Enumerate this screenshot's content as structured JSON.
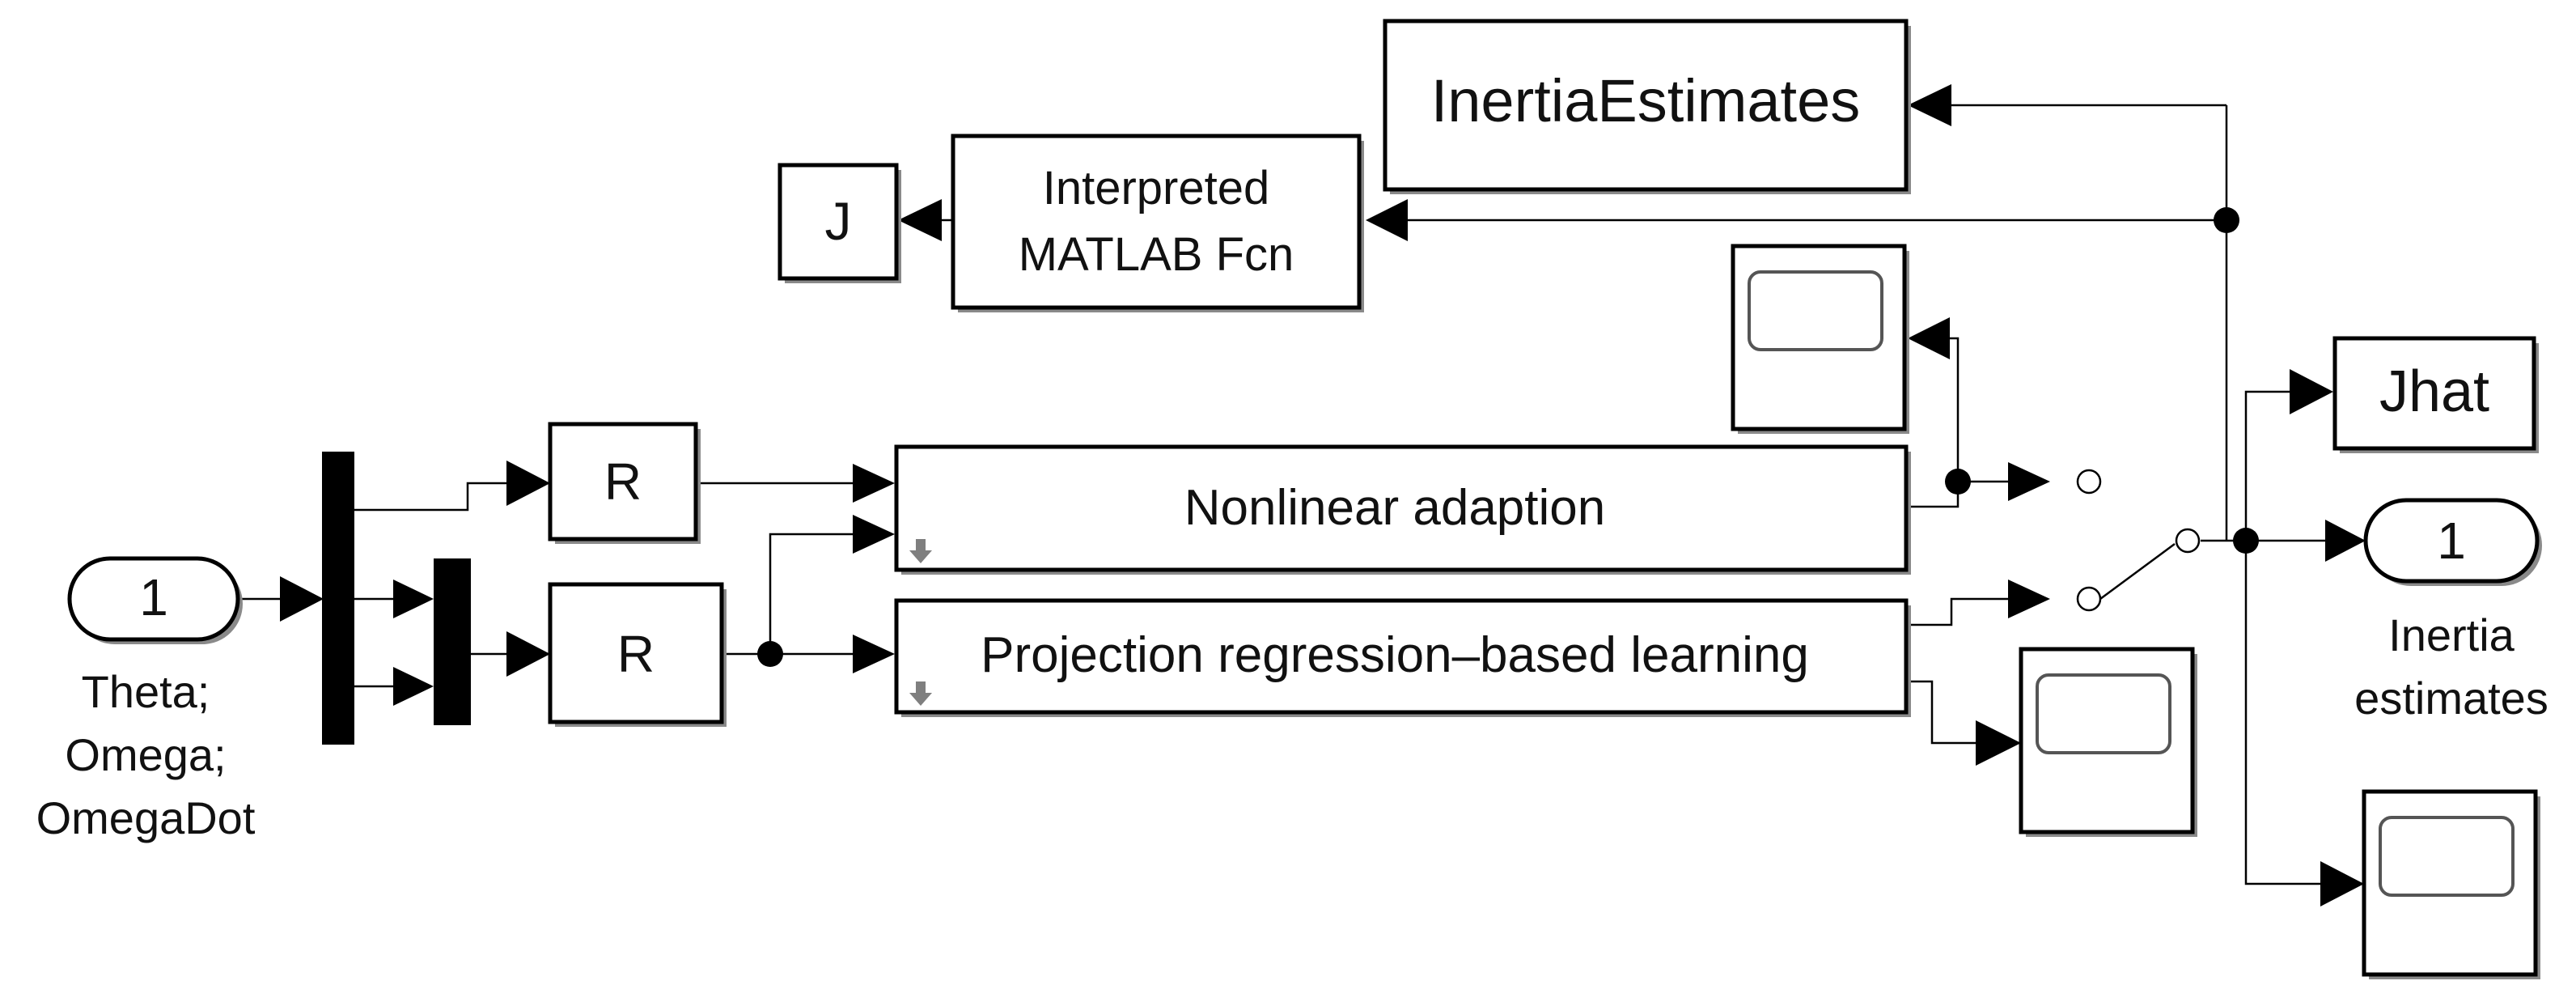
{
  "colors": {
    "line": "#000000",
    "background": "#ffffff",
    "shadow": "#8a8a8a"
  },
  "blocks": {
    "inport": {
      "number": "1",
      "label_lines": [
        "Theta;",
        "Omega;",
        "OmegaDot"
      ]
    },
    "rate_transition_1": {
      "label": "R"
    },
    "rate_transition_2": {
      "label": "R"
    },
    "nonlinear": {
      "label": "Nonlinear adaption"
    },
    "projection": {
      "label": "Projection regression–based learning"
    },
    "interpreted": {
      "label_lines": [
        "Interpreted",
        "MATLAB Fcn"
      ]
    },
    "goto_j": {
      "label": "J"
    },
    "inertia_estimates": {
      "label": "InertiaEstimates"
    },
    "jhat": {
      "label": "Jhat"
    },
    "outport": {
      "number": "1",
      "label_lines": [
        "Inertia",
        "estimates"
      ]
    }
  },
  "icons": {
    "scope": "scope-icon",
    "mux": "mux-bar-icon",
    "switch": "manual-switch-icon",
    "subsystem_marker": "down-arrow-icon"
  }
}
